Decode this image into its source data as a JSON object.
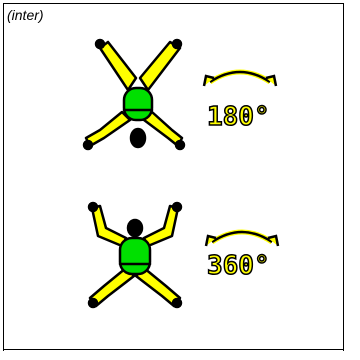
{
  "caption": "(inter)",
  "colors": {
    "limb_fill": "#ffff00",
    "torso_fill": "#00e000",
    "outline": "#000000",
    "label_fill": "#ffff00"
  },
  "figures": [
    {
      "pose": "x-spread-inverted",
      "rotation_label": "180°"
    },
    {
      "pose": "x-spread-upright",
      "rotation_label": "360°"
    }
  ]
}
